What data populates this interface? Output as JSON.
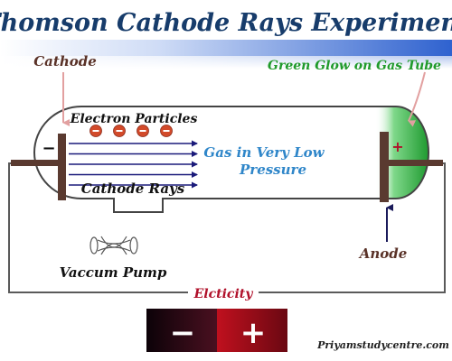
{
  "title": "Thomson Cathode Rays Experiment",
  "labels": {
    "cathode": "Cathode",
    "green_glow": "Green Glow on Gas Tube",
    "electron_particles": "Electron Particles",
    "gas_line1": "Gas in Very Low",
    "gas_line2": "Pressure",
    "cathode_rays": "Cathode Rays",
    "anode": "Anode",
    "vacuum_pump": "Vaccum Pump",
    "electricity": "Elcticity",
    "watermark": "Priyamstudycentre.com"
  },
  "symbols": {
    "cathode_sign": "−",
    "anode_sign": "+",
    "battery_negative": "−",
    "battery_positive": "+",
    "electron": "−"
  },
  "electron_count": 4,
  "ray_count": 5,
  "colors": {
    "title": "#173c6b",
    "header_band": "#4a78d8",
    "electrode": "#5a3a30",
    "green_glow": "#1faa3a",
    "gas_text": "#2f86c9",
    "green_text": "#1f9a2a",
    "electricity_text": "#b0102a",
    "battery_negative": "#2a0a10",
    "battery_positive": "#a0101c",
    "electron": "#d24a2a",
    "ray": "#1a1a7a",
    "pointer": "#e2a0a0"
  }
}
